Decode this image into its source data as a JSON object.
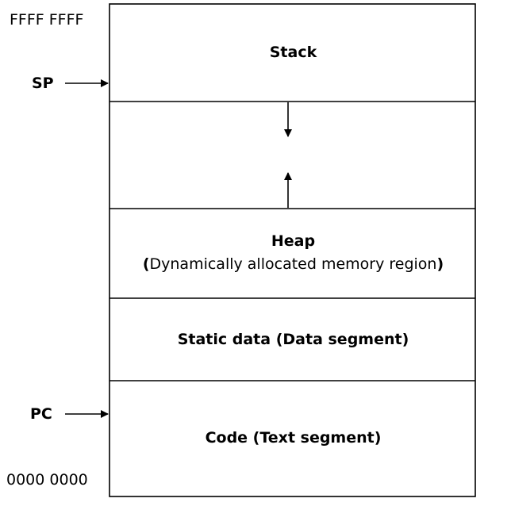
{
  "addresses": {
    "top": "FFFF FFFF",
    "bottom": "0000 0000"
  },
  "registers": {
    "sp": "SP",
    "pc": "PC"
  },
  "segments": {
    "stack": "Stack",
    "heap": "Heap",
    "heap_open_paren": "(",
    "heap_description": "Dynamically allocated memory region",
    "heap_close_paren": ")",
    "static_data": "Static data (Data segment)",
    "code": "Code (Text segment)"
  },
  "colors": {
    "line": "#000000",
    "background": "#ffffff"
  },
  "icons": {
    "sp_pointer": "right-arrow-icon",
    "pc_pointer": "right-arrow-icon",
    "stack_growth": "down-arrow-icon",
    "heap_growth": "up-arrow-icon"
  }
}
